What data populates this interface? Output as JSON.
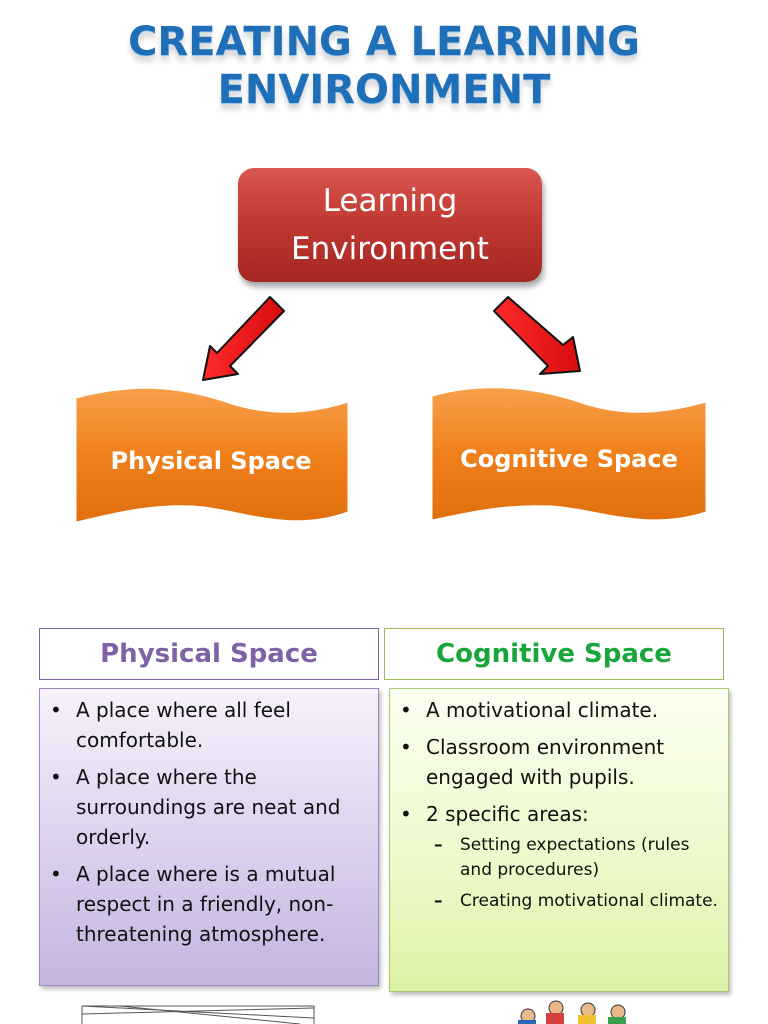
{
  "title": {
    "line1": "CREATING A LEARNING",
    "line2": "ENVIRONMENT"
  },
  "diagram": {
    "root": {
      "line1": "Learning",
      "line2": "Environment",
      "color": "#c0392b"
    },
    "children": [
      {
        "label": "Physical Space",
        "color": "#f0801c"
      },
      {
        "label": "Cognitive Space",
        "color": "#f0801c"
      }
    ],
    "arrow_color": "#e8141a"
  },
  "panels": {
    "physical": {
      "heading": "Physical Space",
      "heading_color": "#7f62a6",
      "bullets": [
        "A place where all feel comfortable.",
        "A place where the surroundings are neat and orderly.",
        "A place where is a mutual respect in a friendly, non-threatening atmosphere."
      ]
    },
    "cognitive": {
      "heading": "Cognitive Space",
      "heading_color": "#18a63b",
      "bullets": [
        "A motivational climate.",
        "Classroom environment engaged with pupils.",
        "2 specific areas:"
      ],
      "sub_bullets": [
        "Setting expectations (rules and procedures)",
        "Creating motivational climate."
      ]
    }
  }
}
